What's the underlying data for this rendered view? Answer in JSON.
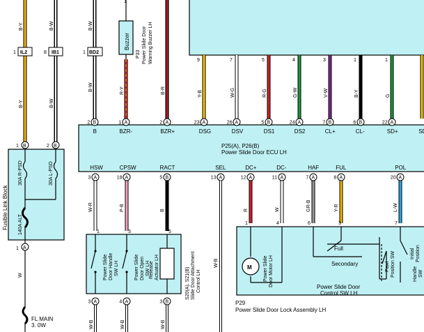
{
  "title_ecu": {
    "line1": "P25(A), P26(B)",
    "line2": "Power Slide Door ECU LH"
  },
  "buzzer": {
    "label": "Buzzer",
    "code": "P33",
    "name": "Power Slide Door",
    "name2": "Warning Buzzer LH"
  },
  "fusible": {
    "title": "Fusible Link Block",
    "fuse1": "30A R-PSD",
    "fuse2": "30A L-PSD",
    "fuse3": "140A ALT",
    "main": "FL MAIN",
    "main2": "3. 0W"
  },
  "connectors_top": [
    {
      "id": "IL2",
      "pin": "1"
    },
    {
      "id": "IB1",
      "pin": "8"
    },
    {
      "id": "BD2",
      "pin": "1"
    }
  ],
  "wires_top": [
    "B-Y",
    "B-W",
    "B-W"
  ],
  "ecu_top_pins": [
    {
      "pin": "2",
      "conn": "B",
      "name": "B",
      "wire": "B-W",
      "color": "#000000"
    },
    {
      "pin": "1",
      "conn": "A",
      "name": "BZR-",
      "wire": "R-Y",
      "color": "#d4202a"
    },
    {
      "pin": "2",
      "conn": "A",
      "name": "BZR+",
      "wire": "B-R",
      "color": "#000000"
    },
    {
      "pin": "23",
      "conn": "A",
      "name": "DSG",
      "wire": "Y-B",
      "color": "#f6c400"
    },
    {
      "pin": "26",
      "conn": "A",
      "name": "DSV",
      "wire": "W-G",
      "color": "#ffffff"
    },
    {
      "pin": "5",
      "conn": "B",
      "name": "DS1",
      "wire": "R-G",
      "color": "#d4202a"
    },
    {
      "pin": "24",
      "conn": "A",
      "name": "DS2",
      "wire": "G-W",
      "color": "#1a9a3c"
    },
    {
      "pin": "7",
      "conn": "B",
      "name": "CL+",
      "wire": "V-W",
      "color": "#7a2a8c"
    },
    {
      "pin": "6",
      "conn": "B",
      "name": "CL-",
      "wire": "B-Y",
      "color": "#000000"
    },
    {
      "pin": "22",
      "conn": "A",
      "name": "SD+",
      "wire": "G",
      "color": "#1a9a3c"
    },
    {
      "pin": "",
      "conn": "",
      "name": "SD",
      "wire": "",
      "color": "#f6c400"
    }
  ],
  "top_pin_numbers": [
    "9",
    "7",
    "5",
    "4",
    "3",
    "1",
    "1"
  ],
  "ecu_bottom_pins": [
    {
      "pin": "3",
      "conn": "A",
      "name": "HSW",
      "wire": "W-R"
    },
    {
      "pin": "18",
      "conn": "A",
      "name": "CPSW",
      "wire": "P-B"
    },
    {
      "pin": "5",
      "conn": "B",
      "name": "RACT",
      "wire": "B"
    },
    {
      "pin": "13",
      "conn": "A",
      "name": "SEL",
      "wire": "W-B"
    },
    {
      "pin": "12",
      "conn": "A",
      "name": "DC+",
      "wire": "R"
    },
    {
      "pin": "11",
      "conn": "A",
      "name": "DC-",
      "wire": "W"
    },
    {
      "pin": "7",
      "conn": "A",
      "name": "HAF",
      "wire": "GR-B"
    },
    {
      "pin": "8",
      "conn": "A",
      "name": "FUL",
      "wire": "Y-R"
    },
    {
      "pin": "20",
      "conn": "A",
      "name": "POL",
      "wire": "L-W"
    }
  ],
  "attach_sw": {
    "code": "S20(A), S21(B)",
    "name": "Slide Door Attachment",
    "name2": "Control LH",
    "sw1": "Power Slide",
    "sw1b": "Door Handle",
    "sw1c": "SW LH",
    "sw2": "Power Slide",
    "sw2b": "Door Open",
    "sw2c": "SW LH",
    "act": "Release",
    "act2": "Actuator LH",
    "top_pins": [
      "1",
      "3",
      "5"
    ],
    "bot_pins": [
      {
        "pin": "3",
        "conn": "A",
        "wire": "W-B"
      },
      {
        "pin": "4",
        "conn": "A",
        "wire": "W-B"
      },
      {
        "pin": "3",
        "conn": "B",
        "wire": "W-B"
      }
    ]
  },
  "lock_assy": {
    "code": "P29",
    "name": "Power Slide Door Lock Assembly LH",
    "motor": "Power Slide",
    "motor2": "Door Motor LH",
    "control": "Power Slide Door",
    "control2": "Control SW LH",
    "full": "Full",
    "secondary": "Secondary",
    "pawl": "Pawl",
    "pawl2": "Position SW",
    "initial": "Initial",
    "initial2": "Position",
    "handle": "Handle",
    "handle2": "SW",
    "pins": [
      "1",
      "4",
      "6",
      "3",
      "7"
    ]
  },
  "misc": {
    "pin_a": "A",
    "pin_b": "B",
    "pin_1": "1",
    "pin_2": "2",
    "wire_w": "W",
    "sel_wire": "W-B"
  }
}
